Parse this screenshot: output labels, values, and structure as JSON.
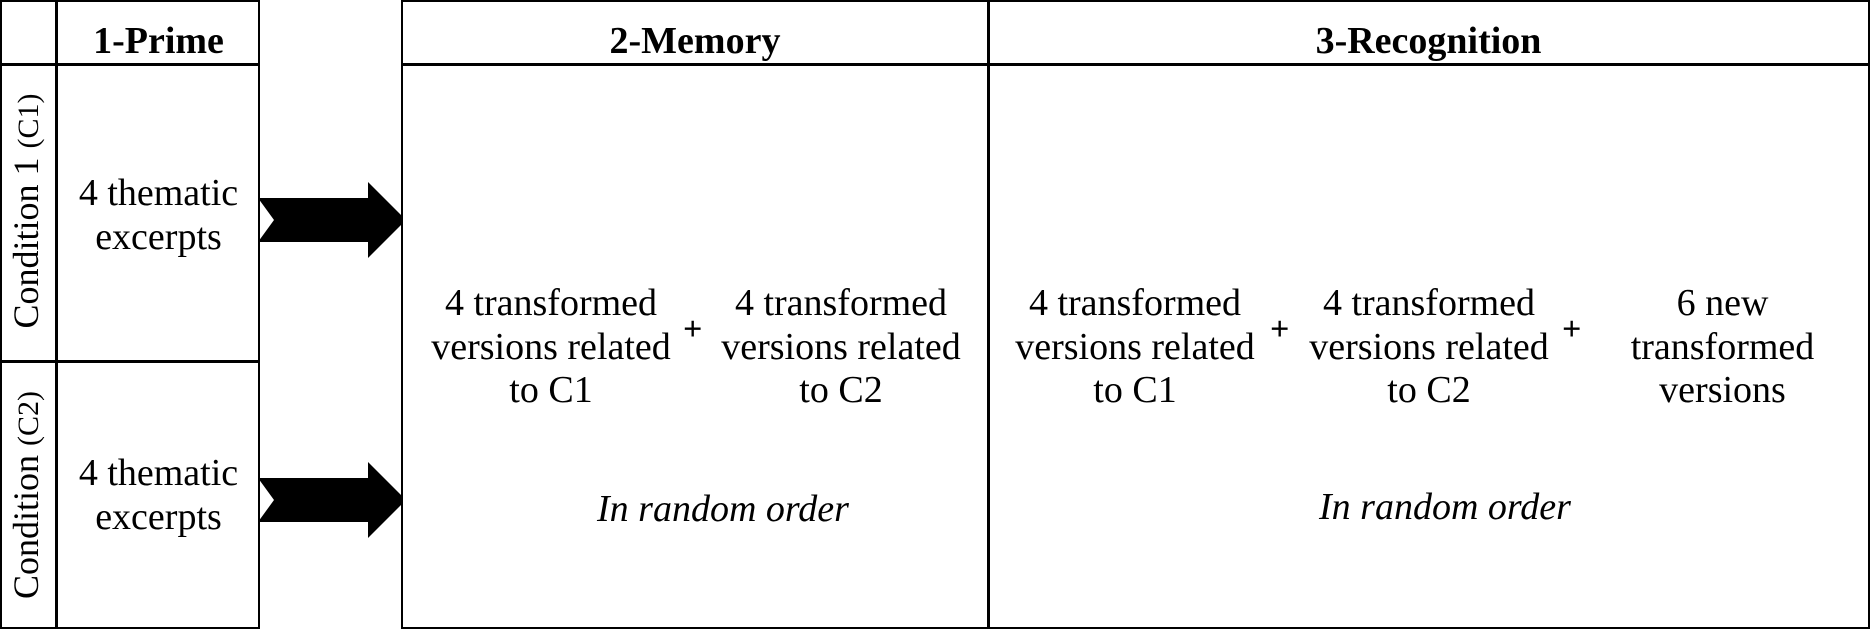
{
  "prime": {
    "header": "1-Prime",
    "condition1": {
      "label": "Condition 1",
      "abbr": "(C1)",
      "content": "4 thematic\nexcerpts"
    },
    "condition2": {
      "label": "Condition",
      "abbr": "(C2)",
      "content": "4 thematic\nexcerpts"
    }
  },
  "memory": {
    "header": "2-Memory",
    "item1": "4 transformed\nversions related\nto C1",
    "item2": "4 transformed\nversions related\nto C2",
    "plus": "+",
    "note": "In random order"
  },
  "recognition": {
    "header": "3-Recognition",
    "item1": "4 transformed\nversions related\nto C1",
    "item2": "4 transformed\nversions related\nto C2",
    "item3": "6 new\ntransformed\nversions",
    "plus": "+",
    "note": "In random order"
  }
}
